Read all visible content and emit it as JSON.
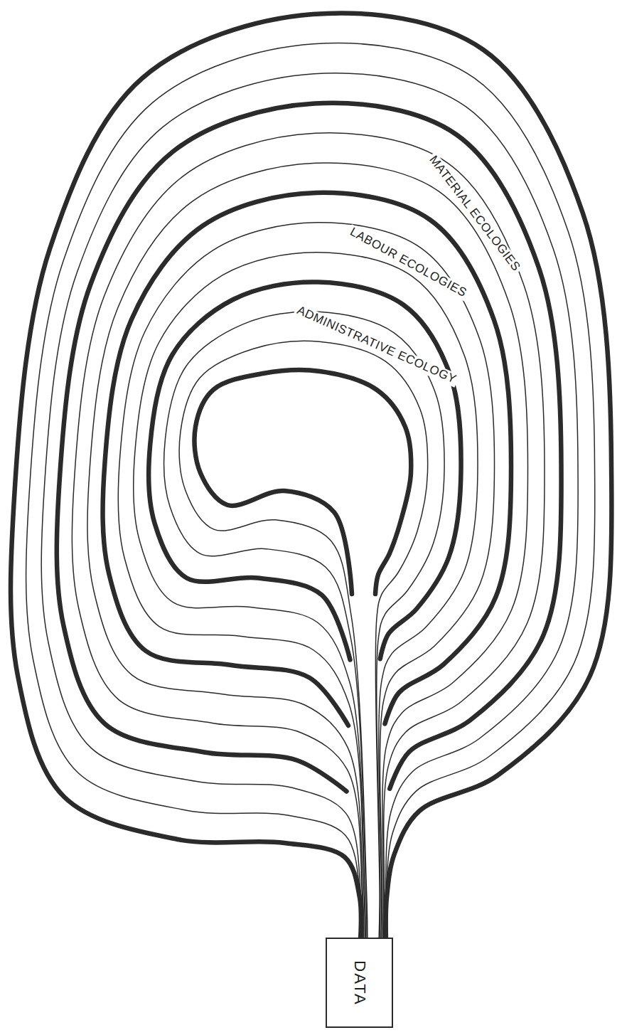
{
  "diagram": {
    "nodes": [
      {
        "text": [
          "DATA"
        ]
      }
    ],
    "labels": [
      "MATERIAL ECOLOGIES",
      "LABOUR ECOLOGIES",
      "ADMINISTRATIVE ECOLOGY"
    ]
  }
}
